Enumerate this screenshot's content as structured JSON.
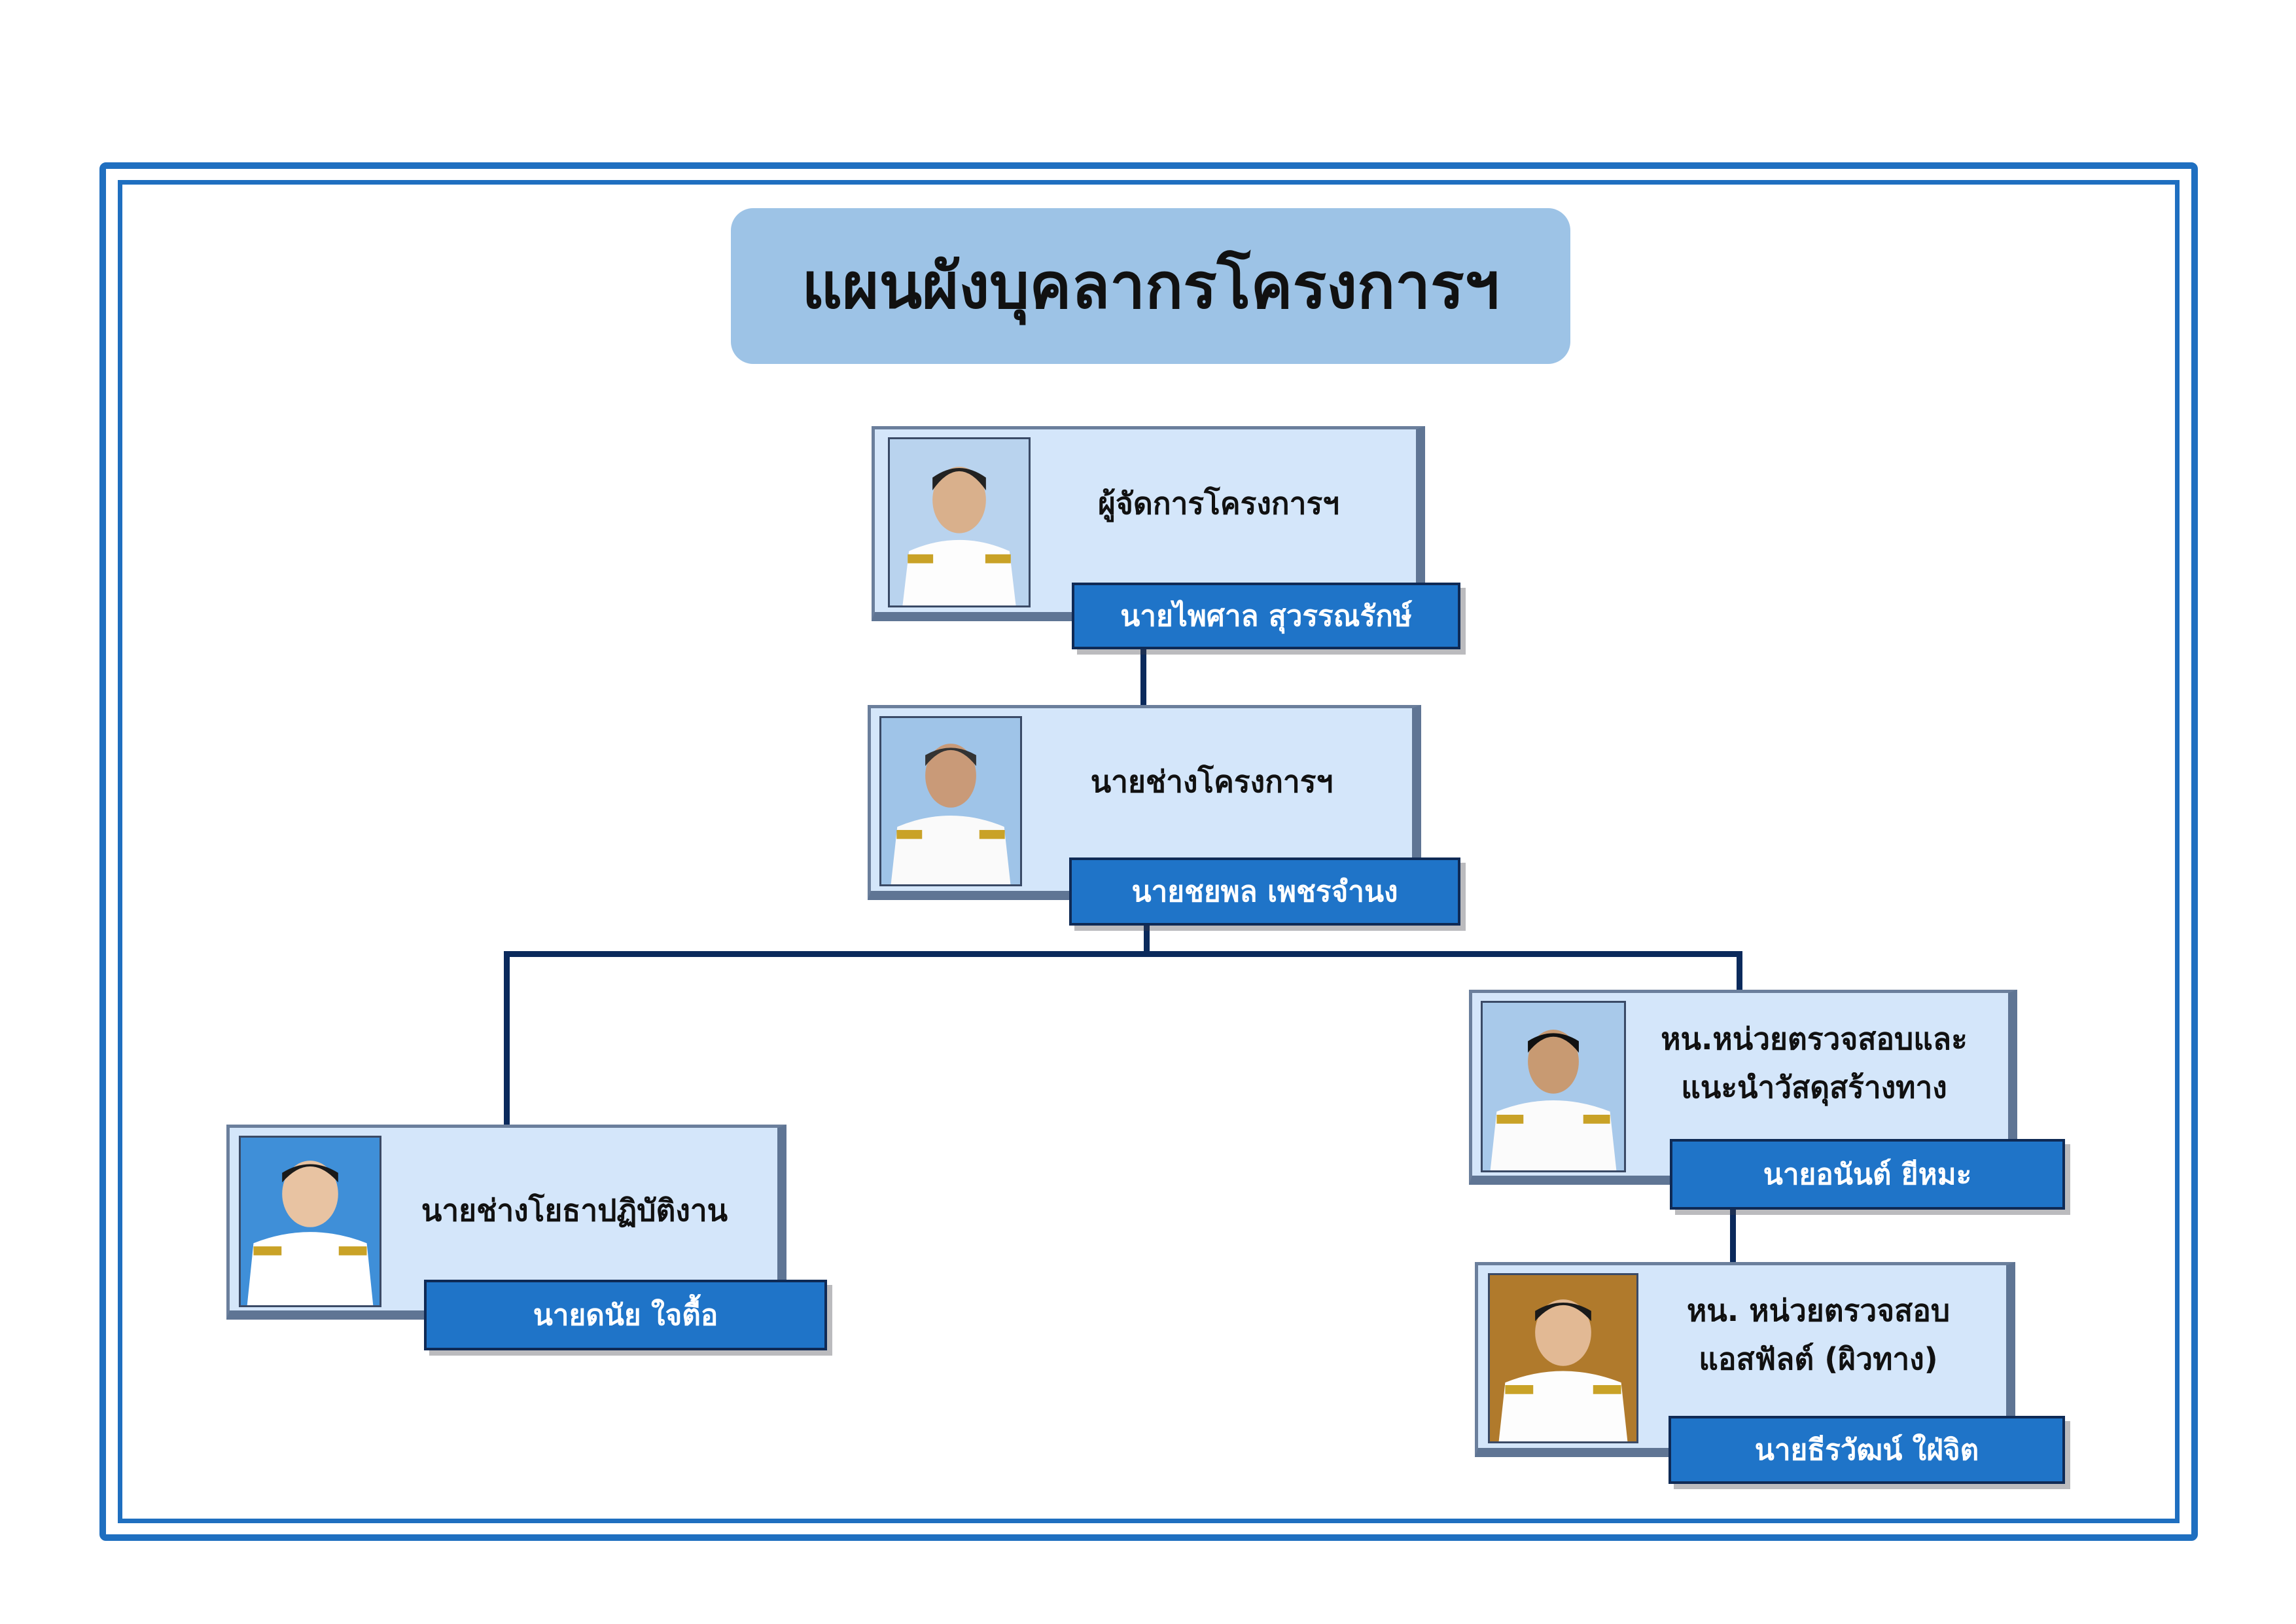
{
  "title": "แผนผังบุคลากรโครงการฯ",
  "colors": {
    "frame": "#1f6fc0",
    "title_bg": "#9dc3e6",
    "card_bg": "#d4e6fa",
    "name_bar": "#1f74c8",
    "connector": "#0b2a5c"
  },
  "positions": [
    {
      "id": "manager",
      "role_lines": [
        "ผู้จัดการโครงการฯ"
      ],
      "name": "นายไพศาล  สุวรรณรักษ์",
      "photo": "person-portrait-icon"
    },
    {
      "id": "engineer",
      "role_lines": [
        "นายช่างโครงการฯ"
      ],
      "name": "นายชยพล  เพชรจำนง",
      "photo": "person-portrait-icon"
    },
    {
      "id": "works-technician",
      "role_lines": [
        "นายช่างโยธาปฏิบัติงาน"
      ],
      "name": "นายดนัย  ใจตื้อ",
      "photo": "person-portrait-icon"
    },
    {
      "id": "materials-head",
      "role_lines": [
        "หน.หน่วยตรวจสอบและ",
        "แนะนำวัสดุสร้างทาง"
      ],
      "name": "นายอนันต์  ยีหมะ",
      "photo": "person-portrait-icon"
    },
    {
      "id": "asphalt-head",
      "role_lines": [
        "หน. หน่วยตรวจสอบ",
        "แอสฟัลต์ (ผิวทาง)"
      ],
      "name": "นายธีรวัฒน์  ใฝ่จิต",
      "photo": "person-portrait-icon"
    }
  ]
}
